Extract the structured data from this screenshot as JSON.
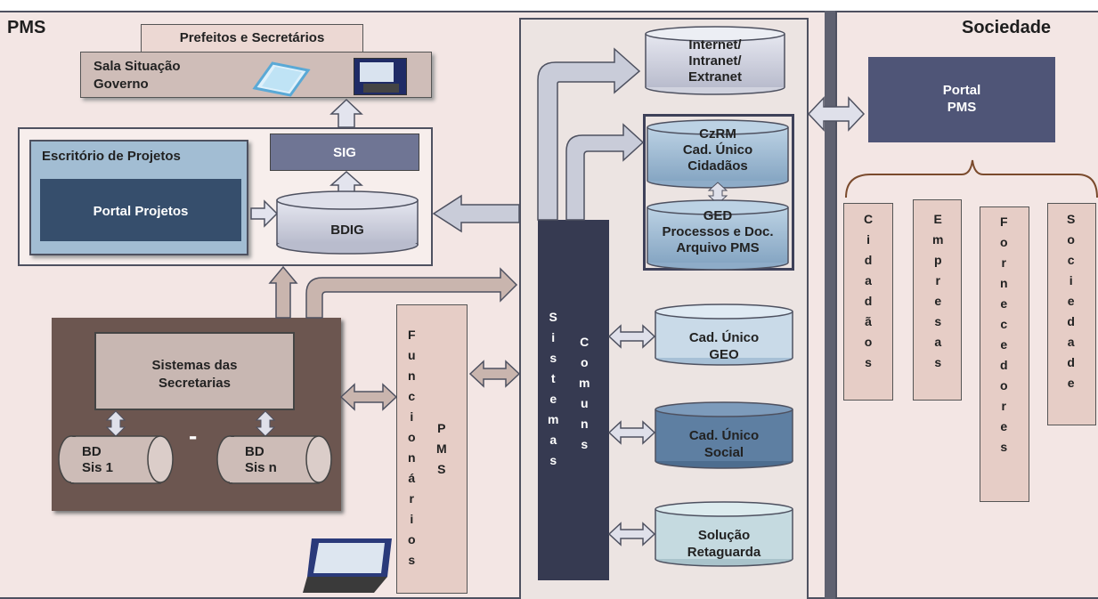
{
  "pms_label": "PMS",
  "sociedade_label": "Sociedade",
  "prefeitos_label": "Prefeitos e Secretários",
  "sala_line1": "Sala Situação",
  "sala_line2": "Governo",
  "escritorio_label": "Escritório de Projetos",
  "portal_projetos_label": "Portal Projetos",
  "sig_label": "SIG",
  "bdig_label": "BDIG",
  "sistemas_secretarias_line1": "Sistemas das",
  "sistemas_secretarias_line2": "Secretarias",
  "bd_sis1_line1": "BD",
  "bd_sis1_line2": "Sis 1",
  "bd_sisn_line1": "BD",
  "bd_sisn_line2": "Sis n",
  "dash": "-",
  "funcionarios_letters": [
    "F",
    "u",
    "n",
    "c",
    "i",
    "o",
    "n",
    "á",
    "r",
    "i",
    "o",
    "s"
  ],
  "pms_letters": [
    "P",
    "M",
    "S"
  ],
  "sistemas_letters": [
    "S",
    "i",
    "s",
    "t",
    "e",
    "m",
    "a",
    "s"
  ],
  "comuns_letters": [
    "C",
    "o",
    "m",
    "u",
    "n",
    "s"
  ],
  "internet_lines": [
    "Internet/",
    "Intranet/",
    "Extranet"
  ],
  "czrm_lines": [
    "CzRM",
    "Cad. Único",
    "Cidadãos"
  ],
  "ged_lines": [
    "GED",
    "Processos e  Doc.",
    "Arquivo PMS"
  ],
  "geo_lines": [
    "Cad. Único",
    "GEO"
  ],
  "social_lines": [
    "Cad. Único",
    "Social"
  ],
  "retaguarda_lines": [
    "Solução",
    "Retaguarda"
  ],
  "portal_pms_lines": [
    "Portal",
    "PMS"
  ],
  "cidadaos_letters": [
    "C",
    "i",
    "d",
    "a",
    "d",
    "ã",
    "o",
    "s"
  ],
  "empresas_letters": [
    "E",
    "m",
    "p",
    "r",
    "e",
    "s",
    "a",
    "s"
  ],
  "fornecedores_letters": [
    "F",
    "o",
    "r",
    "n",
    "e",
    "c",
    "e",
    "d",
    "o",
    "r",
    "e",
    "s"
  ],
  "sociedade_letters": [
    "S",
    "o",
    "c",
    "i",
    "e",
    "d",
    "a",
    "d",
    "e"
  ],
  "colors": {
    "panel_bg": "#f3e6e4",
    "dark_navy": "#3a3d54",
    "brown": "#6e5750",
    "slate": "#4f5577",
    "blue_light": "#a9bfd1",
    "blue_mid": "#5e7fa2"
  }
}
